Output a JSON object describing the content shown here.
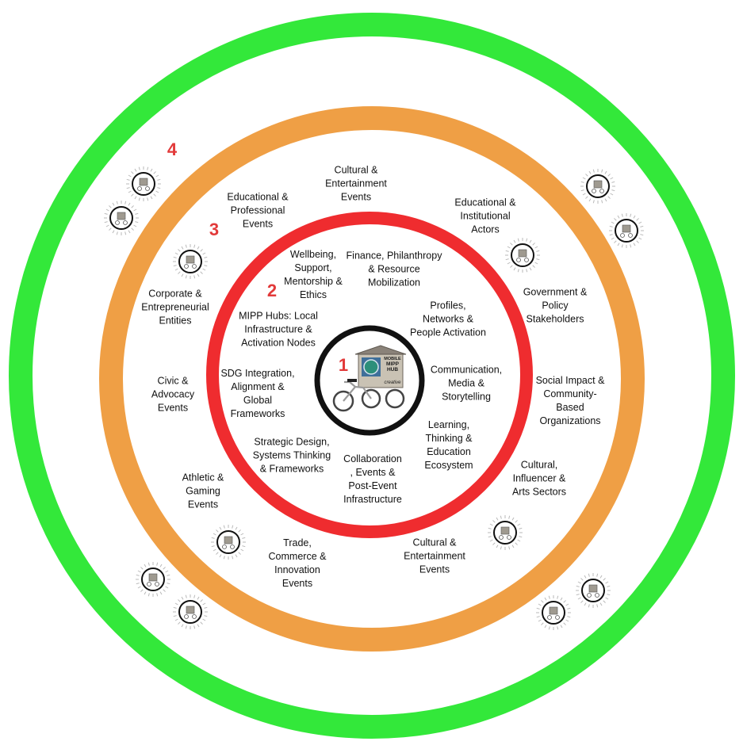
{
  "rings": {
    "outer": {
      "number": "4",
      "color": "#33e83a"
    },
    "third": {
      "number": "3",
      "color": "#ef9f45",
      "labels": [
        "Cultural &\nEntertainment\nEvents",
        "Educational &\nProfessional\nEvents",
        "Educational &\nInstitutional\nActors",
        "Corporate &\nEntrepreneurial\nEntities",
        "Government &\nPolicy\nStakeholders",
        "Civic &\nAdvocacy\nEvents",
        "Social Impact &\nCommunity-\nBased\nOrganizations",
        "Athletic &\nGaming\nEvents",
        "Cultural,\nInfluencer &\nArts Sectors",
        "Trade,\nCommerce &\nInnovation\nEvents",
        "Cultural &\nEntertainment\nEvents"
      ]
    },
    "second": {
      "number": "2",
      "color": "#ef2c2f",
      "labels": [
        "Wellbeing,\nSupport,\nMentorship &\nEthics",
        "Finance, Philanthropy\n& Resource\nMobilization",
        "Profiles,\nNetworks &\nPeople Activation",
        "MIPP Hubs: Local\nInfrastructure &\nActivation Nodes",
        "Communication,\nMedia &\nStorytelling",
        "SDG Integration,\nAlignment &\nGlobal\nFrameworks",
        "Learning,\nThinking &\nEducation\nEcosystem",
        "Strategic Design,\nSystems Thinking\n& Frameworks",
        "Collaboration\n, Events &\nPost-Event\nInfrastructure"
      ]
    },
    "core": {
      "number": "1",
      "color": "#111111",
      "hub_sign": [
        "MOBILE",
        "MIPP",
        "HUB"
      ],
      "hub_brand": "creative"
    }
  },
  "number_color": "#e23a3a",
  "node_icon": "mini-hub-node-icon"
}
